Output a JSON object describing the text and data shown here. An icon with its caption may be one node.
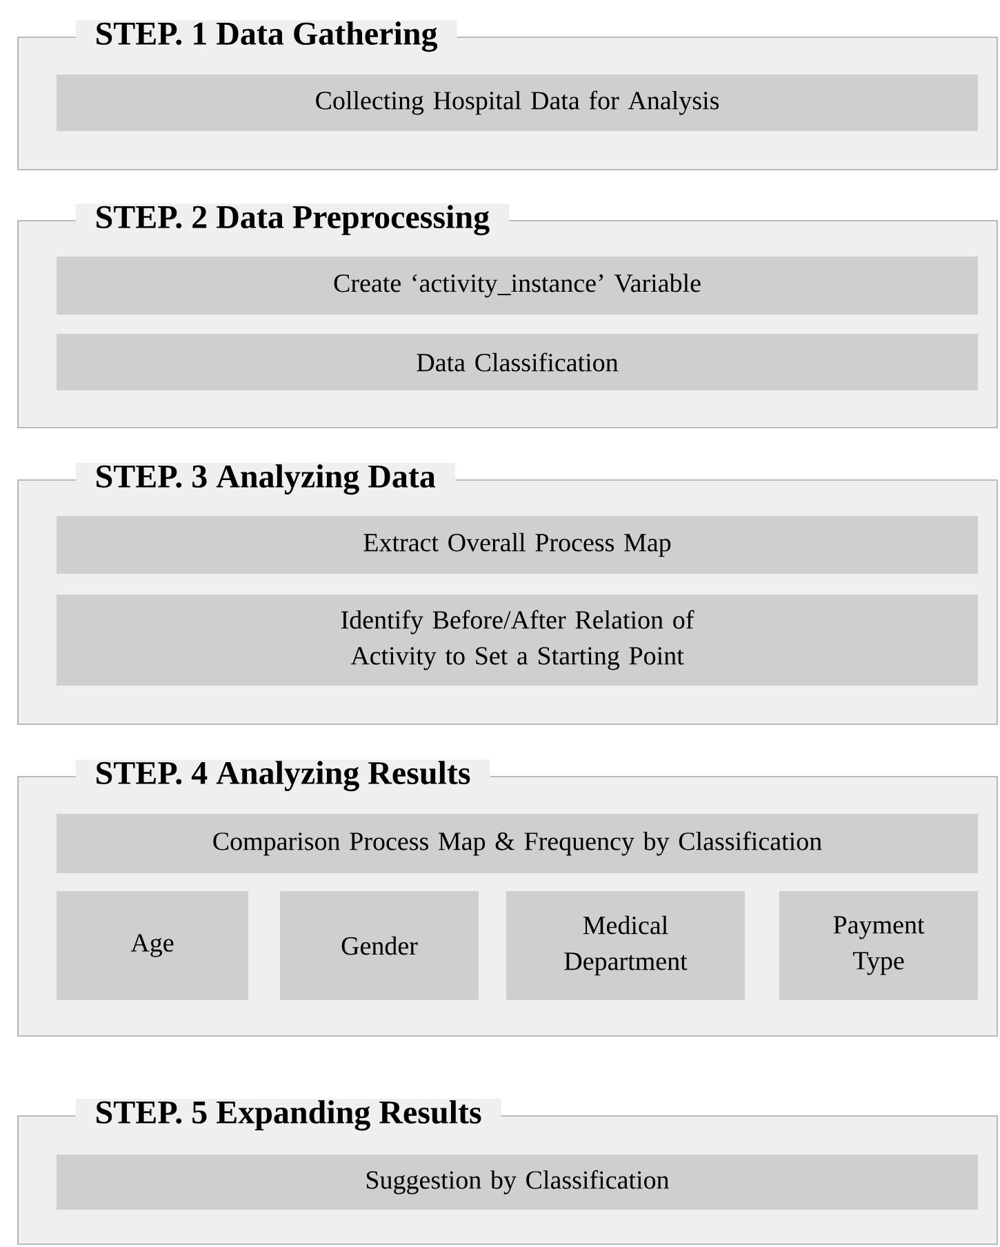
{
  "diagram": {
    "nodes": [
      {
        "text": [
          "STEP. 1 Data Gathering"
        ]
      },
      {
        "text": [
          "Collecting Hospital Data for Analysis"
        ],
        "in": 0
      },
      {
        "text": [
          "STEP. 2 Data Preprocessing"
        ]
      },
      {
        "text": [
          "Create ‘activity_instance’ Variable"
        ],
        "in": 2
      },
      {
        "text": [
          "Data Classification"
        ],
        "in": 2
      },
      {
        "text": [
          "STEP. 3 Analyzing Data"
        ]
      },
      {
        "text": [
          "Extract Overall Process Map"
        ],
        "in": 5
      },
      {
        "text": [
          "Identify Before/After Relation of Activity to Set a Starting Point"
        ],
        "in": 5
      },
      {
        "text": [
          "STEP. 4 Analyzing Results"
        ]
      },
      {
        "text": [
          "Comparison Process Map & Frequency by Classification"
        ],
        "in": 8
      },
      {
        "text": [
          "Age"
        ],
        "in": 8
      },
      {
        "text": [
          "Gender"
        ],
        "in": 8
      },
      {
        "text": [
          "Medical Department"
        ],
        "in": 8
      },
      {
        "text": [
          "Payment Type"
        ],
        "in": 8
      },
      {
        "text": [
          "STEP. 5 Expanding Results"
        ]
      },
      {
        "text": [
          "Suggestion by Classification"
        ],
        "in": 14
      }
    ]
  }
}
